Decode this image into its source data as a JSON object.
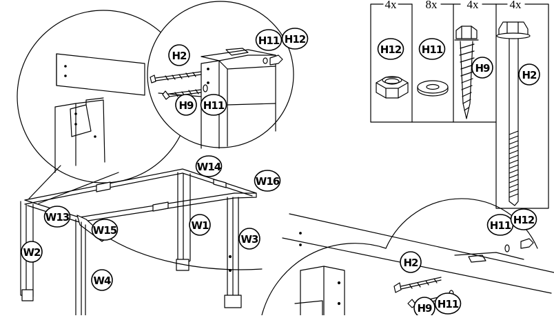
{
  "hardware_panel": {
    "h12": {
      "qty": "4x",
      "label": "H12"
    },
    "h11": {
      "qty": "8x",
      "label": "H11"
    },
    "h9": {
      "qty": "4x",
      "label": "H9"
    },
    "h2": {
      "qty": "4x",
      "label": "H2"
    }
  },
  "callout_top": {
    "labels": [
      "H2",
      "H11",
      "H12",
      "H9",
      "H11"
    ]
  },
  "frame": {
    "labels": [
      "W14",
      "W16",
      "W13",
      "W15",
      "W1",
      "W3",
      "W2",
      "W4"
    ]
  },
  "callout_bottom": {
    "labels": [
      "H11",
      "H12",
      "H2",
      "H9",
      "H11"
    ]
  }
}
